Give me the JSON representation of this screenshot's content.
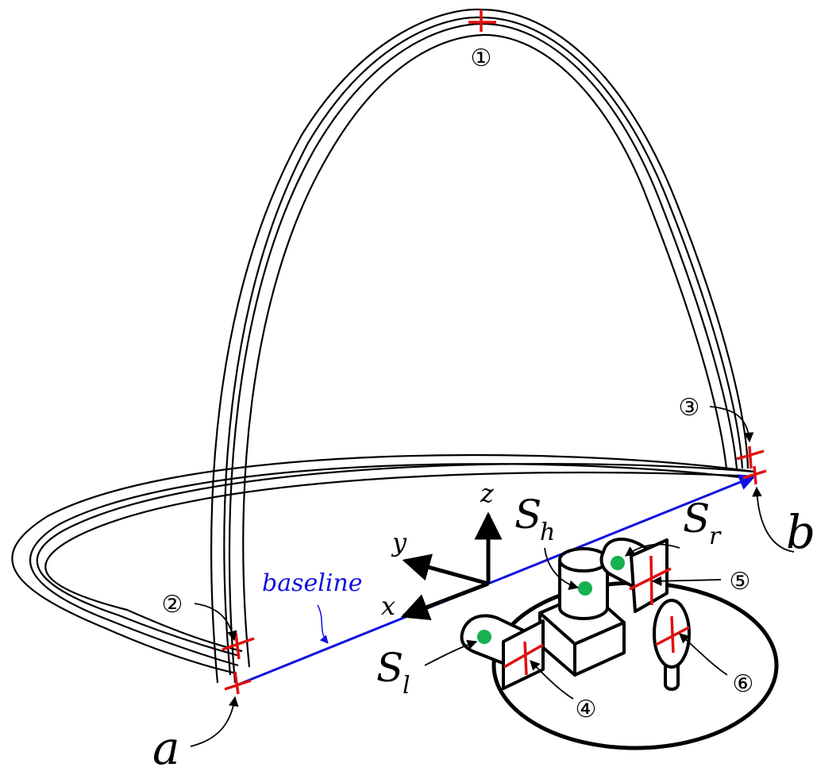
{
  "labels": {
    "point_a": "a",
    "point_b": "b",
    "baseline": "baseline",
    "axis_x": "x",
    "axis_y": "y",
    "axis_z": "z",
    "sensor_h_main": "S",
    "sensor_h_sub": "h",
    "sensor_r_main": "S",
    "sensor_r_sub": "r",
    "sensor_l_main": "S",
    "sensor_l_sub": "l"
  },
  "markers": {
    "m1": "①",
    "m2": "②",
    "m3": "③",
    "m4": "④",
    "m5": "⑤",
    "m6": "⑥"
  },
  "colors": {
    "outline": "#000000",
    "crosshair": "#e01010",
    "baseline": "#1010e0",
    "sensor_dot": "#18b050",
    "background": "#ffffff"
  }
}
